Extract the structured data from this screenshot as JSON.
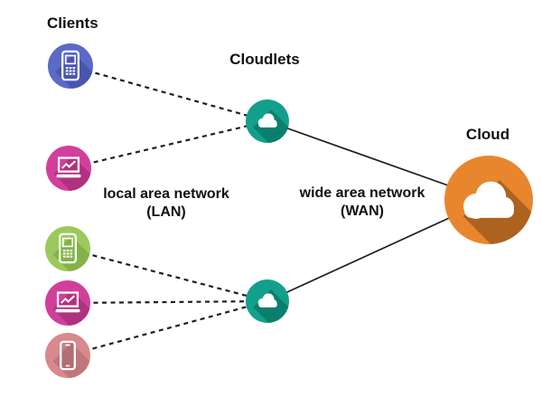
{
  "diagram": {
    "background": "#ffffff",
    "labels": {
      "clients": "Clients",
      "cloudlets": "Cloudlets",
      "cloud": "Cloud",
      "lan": {
        "line1": "local area network",
        "line2": "(LAN)"
      },
      "wan": {
        "line1": "wide area network",
        "line2": "(WAN)"
      }
    },
    "colors": {
      "text": "#111111",
      "line": "#1f1f1f"
    }
  },
  "nodes": [
    {
      "id": "client-phone-blue",
      "group": "clients",
      "icon": "feature-phone-icon",
      "color": "#5b69c7",
      "shadow": "#4a56ad"
    },
    {
      "id": "client-laptop-top",
      "group": "clients",
      "icon": "laptop-chart-icon",
      "color": "#d23f9b",
      "shadow": "#b13181"
    },
    {
      "id": "client-phone-green",
      "group": "clients",
      "icon": "feature-phone-icon",
      "color": "#9cc95c",
      "shadow": "#83b24a"
    },
    {
      "id": "client-laptop-bottom",
      "group": "clients",
      "icon": "laptop-chart-icon",
      "color": "#d23f9b",
      "shadow": "#b13181"
    },
    {
      "id": "client-tablet",
      "group": "clients",
      "icon": "tablet-icon",
      "color": "#d8898c",
      "shadow": "#c1767c"
    },
    {
      "id": "cloudlet-1",
      "group": "cloudlets",
      "icon": "cloud-icon",
      "color": "#12a08c",
      "shadow": "#0b7f6d"
    },
    {
      "id": "cloudlet-2",
      "group": "cloudlets",
      "icon": "cloud-icon",
      "color": "#12a08c",
      "shadow": "#0b7f6d"
    },
    {
      "id": "cloud",
      "group": "cloud",
      "icon": "cloud-icon",
      "color": "#e8862d",
      "shadow": "#ad6220"
    }
  ],
  "edges": [
    {
      "from": "client-phone-blue",
      "to": "cloudlet-1",
      "style": "dashed",
      "network": "LAN"
    },
    {
      "from": "client-laptop-top",
      "to": "cloudlet-1",
      "style": "dashed",
      "network": "LAN"
    },
    {
      "from": "client-phone-green",
      "to": "cloudlet-2",
      "style": "dashed",
      "network": "LAN"
    },
    {
      "from": "client-laptop-bottom",
      "to": "cloudlet-2",
      "style": "dashed",
      "network": "LAN"
    },
    {
      "from": "client-tablet",
      "to": "cloudlet-2",
      "style": "dashed",
      "network": "LAN"
    },
    {
      "from": "cloudlet-1",
      "to": "cloud",
      "style": "solid",
      "network": "WAN"
    },
    {
      "from": "cloudlet-2",
      "to": "cloud",
      "style": "solid",
      "network": "WAN"
    }
  ]
}
